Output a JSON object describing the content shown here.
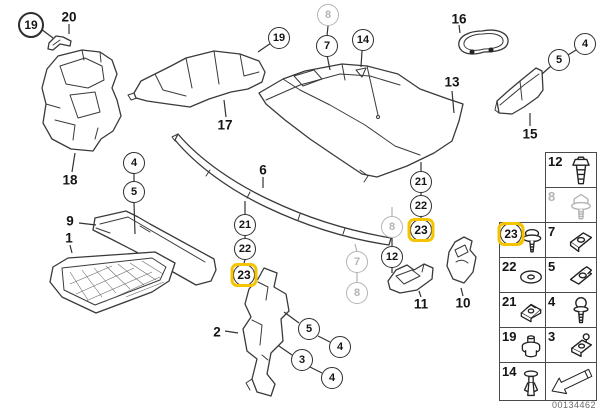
{
  "figure": {
    "type": "parts-diagram",
    "highlight_color": "#F5C400"
  },
  "circles": {
    "c19a": "19",
    "c19b": "19",
    "c7": "7",
    "c14": "14",
    "c4a": "4",
    "c5a": "5",
    "c4b": "4",
    "c5b": "5",
    "c21a": "21",
    "c22a": "22",
    "c21b": "21",
    "c22b": "22",
    "c12": "12",
    "c5c": "5",
    "c4c": "4",
    "c3": "3",
    "c4d": "4"
  },
  "gray_circles": {
    "g8a": "8",
    "g7": "7",
    "g8b": "8",
    "g8c": "8"
  },
  "highlights": {
    "h23a": "23",
    "h23b": "23",
    "h23c": "23"
  },
  "part_labels": {
    "p20": "20",
    "p18": "18",
    "p17": "17",
    "p16": "16",
    "p13": "13",
    "p15": "15",
    "p6": "6",
    "p9": "9",
    "p1": "1",
    "p2": "2",
    "p11": "11",
    "p10": "10"
  },
  "legend": {
    "caption": "00134462",
    "rows": [
      {
        "right": {
          "num": "12",
          "icon": "expanding-rivet-icon"
        }
      },
      {
        "right": {
          "num": "8",
          "icon": "hex-screw-icon",
          "dimmed": true
        }
      },
      {
        "left": {
          "num": "23",
          "icon": "washer-screw-icon",
          "highlighted": true
        },
        "right": {
          "num": "7",
          "icon": "spring-clip-icon"
        }
      },
      {
        "left": {
          "num": "22",
          "icon": "washer-icon"
        },
        "right": {
          "num": "5",
          "icon": "clip-nut-icon"
        }
      },
      {
        "left": {
          "num": "21",
          "icon": "cage-clip-icon"
        },
        "right": {
          "num": "4",
          "icon": "pan-screw-icon"
        }
      },
      {
        "left": {
          "num": "19",
          "icon": "grommet-icon"
        },
        "right": {
          "num": "3",
          "icon": "clamp-screw-icon"
        }
      },
      {
        "left": {
          "num": "14",
          "icon": "expansion-rivet-icon"
        },
        "right": {
          "icon": "direction-arrow-icon"
        }
      }
    ]
  }
}
